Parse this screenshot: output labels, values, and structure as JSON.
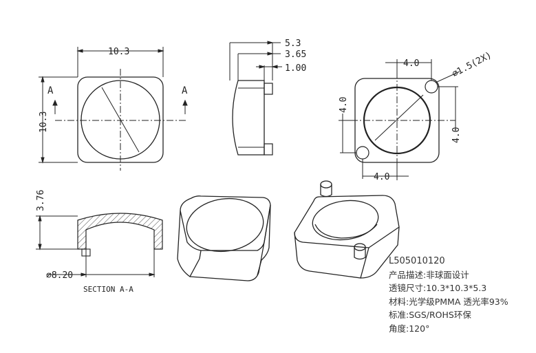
{
  "front_view": {
    "width_dim": "10.3",
    "height_dim": "10.3",
    "section_mark_left": "A",
    "section_mark_right": "A"
  },
  "side_view": {
    "dim_total": "5.3",
    "dim_mid": "3.65",
    "dim_pin": "1.00"
  },
  "back_view": {
    "hole_note": "⌀1.5(2X)",
    "dim_top": "4.0",
    "dim_left": "4.0",
    "dim_right": "4.0",
    "dim_bottom": "4.0"
  },
  "section_view": {
    "dim_height": "3.76",
    "dim_diameter": "⌀8.20",
    "caption": "SECTION A-A"
  },
  "specs": {
    "model": "L505010120",
    "rows": [
      {
        "key": "产品描述:",
        "value": "非球面设计"
      },
      {
        "key": "透镜尺寸:",
        "value": "10.3*10.3*5.3"
      },
      {
        "key": "材料:",
        "value": "光学级PMMA 透光率93%"
      },
      {
        "key": "标准:",
        "value": "SGS/ROHS环保"
      },
      {
        "key": "角度:",
        "value": "120°"
      }
    ]
  }
}
